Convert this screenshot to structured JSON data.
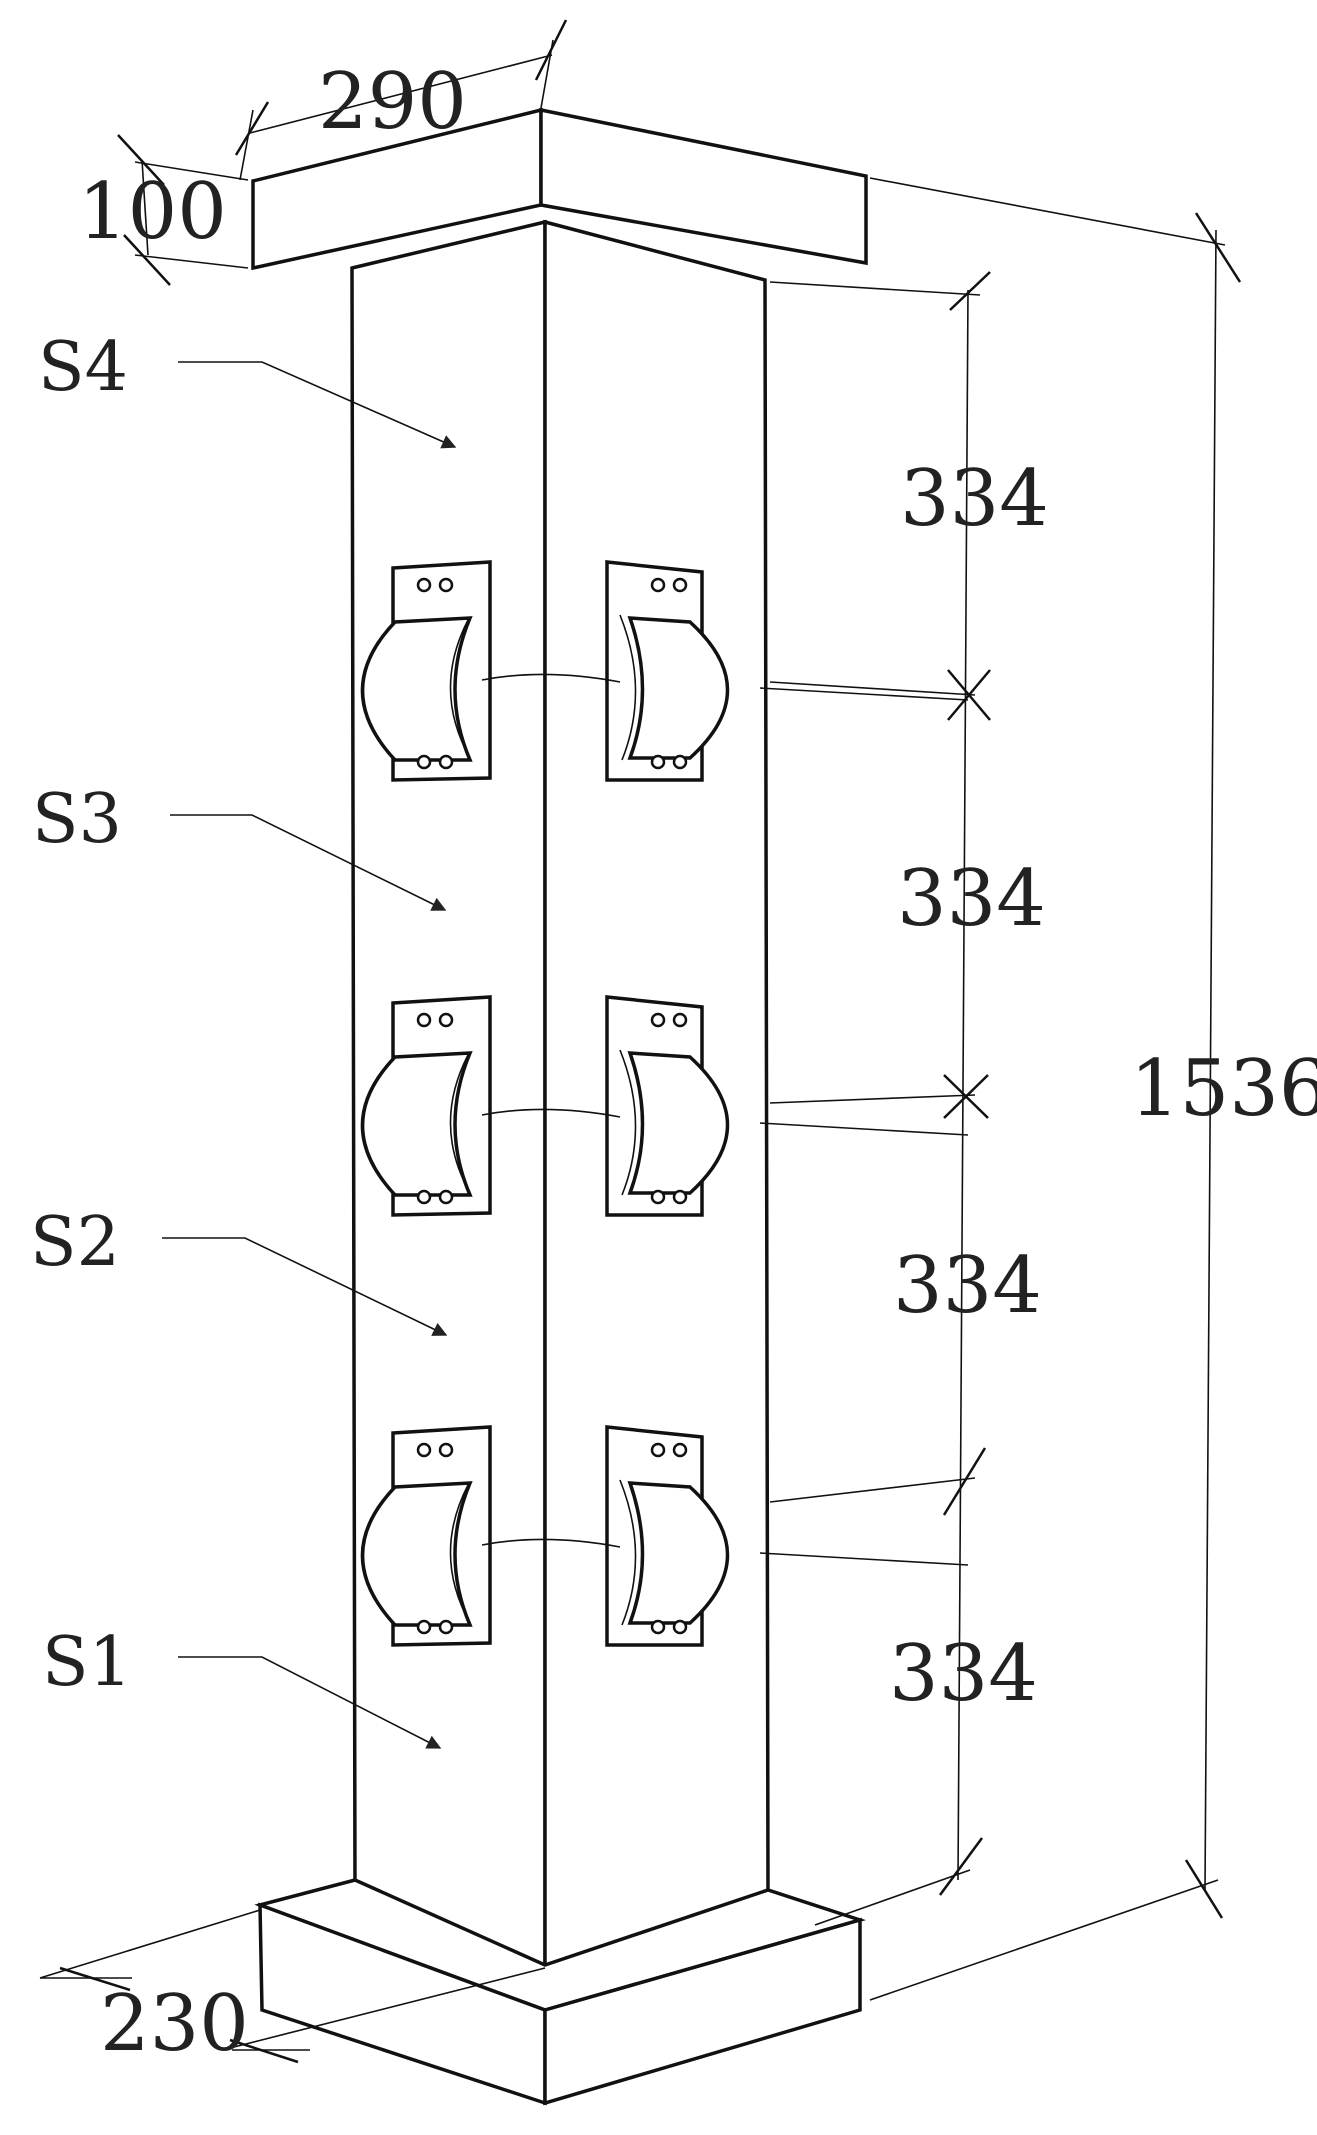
{
  "dimensions": {
    "top_width": "290",
    "top_thickness": "100",
    "segment_1": "334",
    "segment_2": "334",
    "segment_3": "334",
    "segment_4": "334",
    "total_height": "1536",
    "base_width": "230"
  },
  "segments": {
    "s4": "S4",
    "s3": "S3",
    "s2": "S2",
    "s1": "S1"
  }
}
